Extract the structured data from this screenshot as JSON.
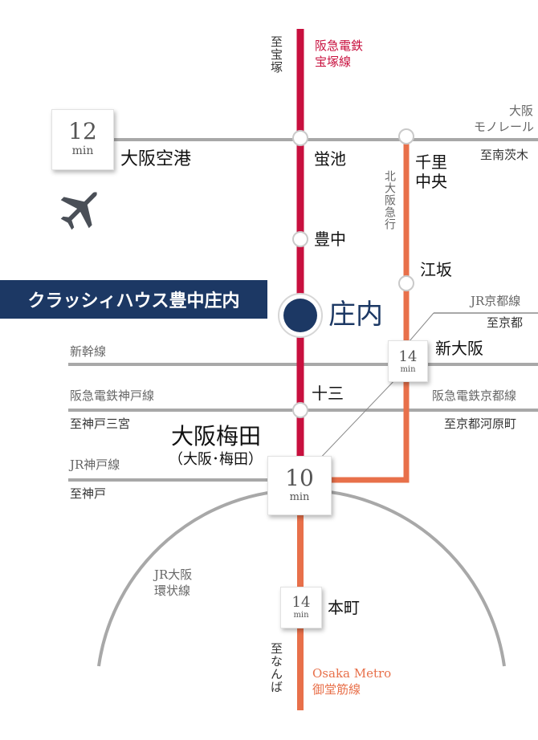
{
  "colors": {
    "hankyu_takarazuka": "#c8103e",
    "kitaosaka_kyuko": "#e8704a",
    "midosuji": "#e8704a",
    "gray_lines": "#a8a8a8",
    "property_navy": "#1c3864"
  },
  "property": {
    "label": "クラッシィハウス豊中庄内"
  },
  "stations": {
    "shonai": "庄内",
    "hotarugaike": "蛍池",
    "toyonaka": "豊中",
    "juso": "十三",
    "umeda": "大阪梅田",
    "umeda_sub": "（大阪･梅田）",
    "senri_chuo": "千里\n中央",
    "esaka": "江坂",
    "shin_osaka": "新大阪",
    "honmachi": "本町",
    "airport": "大阪空港"
  },
  "lines": {
    "hankyu_takarazuka": "阪急電鉄\n宝塚線",
    "monorail": "大阪\nモノレール",
    "kitaosaka": "北大阪急行",
    "jr_kyoto": "JR京都線",
    "shinkansen": "新幹線",
    "hankyu_kobe": "阪急電鉄神戸線",
    "hankyu_kyoto": "阪急電鉄京都線",
    "jr_kobe": "JR神戸線",
    "jr_loop": "JR大阪\n環状線",
    "midosuji": "Osaka Metro\n御堂筋線"
  },
  "directions": {
    "takarazuka": "至宝塚",
    "minami_ibaraki": "至南茨木",
    "kyoto": "至京都",
    "kobe_sannomiya": "至神戸三宮",
    "kyoto_kawaramachi": "至京都河原町",
    "kobe": "至神戸",
    "namba": "至なんば"
  },
  "times": {
    "airport": {
      "value": "12",
      "unit": "min"
    },
    "shin_osaka": {
      "value": "14",
      "unit": "min"
    },
    "umeda": {
      "value": "10",
      "unit": "min"
    },
    "honmachi": {
      "value": "14",
      "unit": "min"
    }
  },
  "icons": {
    "airport": "airplane-icon"
  }
}
